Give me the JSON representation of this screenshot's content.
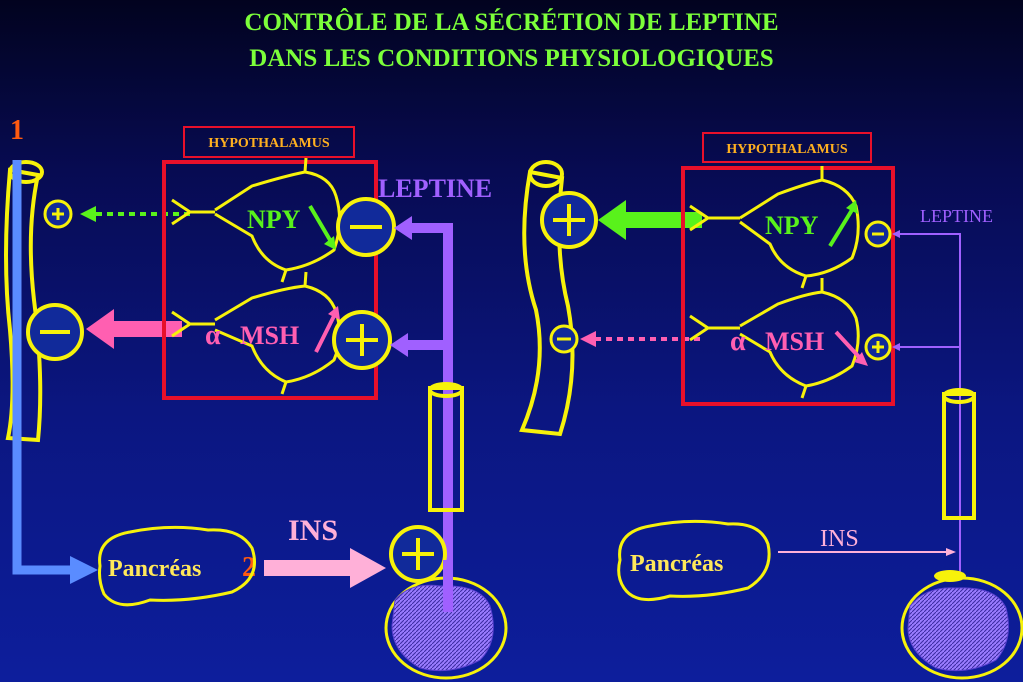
{
  "title": {
    "line1": "CONTRÔLE DE LA SÉCRÉTION DE LEPTINE",
    "line2": "DANS LES CONDITIONS PHYSIOLOGIQUES"
  },
  "left_panel": {
    "number": "1",
    "hypothalamus": "HYPOTHALAMUS",
    "npy": "NPY",
    "alpha": "α",
    "msh": "MSH",
    "leptine": "LEPTINE",
    "ins": "INS",
    "pancreas": "Pancréas",
    "number2": "2"
  },
  "right_panel": {
    "hypothalamus": "HYPOTHALAMUS",
    "npy": "NPY",
    "alpha": "α",
    "msh": "MSH",
    "leptine": "LEPTINE",
    "ins": "INS",
    "pancreas": "Pancréas"
  },
  "colors": {
    "title": "#7cff3a",
    "outline": "#f7f20a",
    "red_box": "#e8102a",
    "npy_green": "#59f21b",
    "msh_pink": "#ff5fb1",
    "leptine_purple": "#a060ff",
    "insulin_pink": "#ffb0d8",
    "hypothalamus_text": "#ffb020",
    "number": "#ff5a10",
    "blue_line": "#5a8cff",
    "sign_fill": "#112a9a"
  },
  "icons": [
    "plus-sign-icon",
    "minus-sign-icon",
    "fat-cell-icon",
    "blood-vessel-icon"
  ]
}
